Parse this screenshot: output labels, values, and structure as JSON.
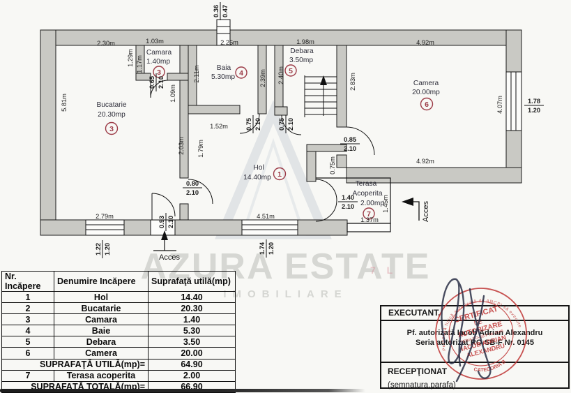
{
  "colors": {
    "wall": "#c9c9c4",
    "accent_red": "#9c3b47",
    "stamp_red": "#c13a3a",
    "ink": "#232840"
  },
  "plan": {
    "rooms": {
      "bucatarie": {
        "name": "Bucatarie",
        "area": "20.30mp",
        "num": "3"
      },
      "camara": {
        "name": "Camara",
        "area": "1.40mp",
        "num": "3"
      },
      "baia": {
        "name": "Baia",
        "area": "5.30mp",
        "num": "4"
      },
      "debara": {
        "name": "Debara",
        "area": "3.50mp",
        "num": "5"
      },
      "camera": {
        "name": "Camera",
        "area": "20.00mp",
        "num": "6"
      },
      "hol": {
        "name": "Hol",
        "area": "14.40mp",
        "num": "1"
      },
      "terasa": {
        "name": "Terasa",
        "name2": "Acoperita",
        "area": "2.00mp",
        "num": "7"
      }
    },
    "dims": {
      "w_buc_top": "2.30m",
      "w_camara": "1.03m",
      "w_baia": "2.26m",
      "w_debara": "1.98m",
      "w_camera_top": "4.92m",
      "w_camera_bot": "4.92m",
      "w_hall": "1.52m",
      "w_buc_bot": "2.79m",
      "w_hol_bot": "4.51m",
      "w_terasa_bot": "1.37m",
      "h_129": "1.29m",
      "h_117": "1.17m",
      "h_109": "1.09m",
      "h_581": "5.81m",
      "h_211": "2.11m",
      "h_239": "2.39m",
      "h_240": "2.40m",
      "h_283": "2.83m",
      "h_407": "4.07m",
      "h_203": "2.03m",
      "h_179": "1.79m",
      "h_075": "0.75m",
      "h_145": "1.45m"
    },
    "fractions": {
      "chimney": {
        "n": "0.36",
        "d": "0.47"
      },
      "door_camara": {
        "n": "0.65",
        "d": "2.10"
      },
      "door_baia": {
        "n": "0.75",
        "d": "2.10"
      },
      "door_stair": {
        "n": "0.75",
        "d": "2.10"
      },
      "door_buc": {
        "n": "0.80",
        "d": "2.10"
      },
      "door_camera": {
        "n": "0.85",
        "d": "2.10"
      },
      "door_acces": {
        "n": "0.93",
        "d": "2.10"
      },
      "win_left": {
        "n": "1.22",
        "d": "1.20"
      },
      "win_hol": {
        "n": "1.74",
        "d": "1.20"
      },
      "door_terasa": {
        "n": "1.40",
        "d": "2.10"
      },
      "win_camera": {
        "n": "1.78",
        "d": "1.20"
      }
    },
    "acces_bottom": "Acces",
    "acces_right": "Acces"
  },
  "table": {
    "headers": [
      "Nr. Incăpere",
      "Denumire Incăpere",
      "Suprafaţă utilă(mp)"
    ],
    "rows": [
      [
        "1",
        "Hol",
        "14.40"
      ],
      [
        "2",
        "Bucatarie",
        "20.30"
      ],
      [
        "3",
        "Camara",
        "1.40"
      ],
      [
        "4",
        "Baie",
        "5.30"
      ],
      [
        "5",
        "Debara",
        "3.50"
      ],
      [
        "6",
        "Camera",
        "20.00"
      ]
    ],
    "subtotal_label": "SUPRAFAŢĂ UTILĂ(mp)=",
    "subtotal_value": "64.90",
    "extra_row": [
      "7",
      "Terasa acoperita",
      "2.00"
    ],
    "total_label": "SUPRAFAŢĂ TOTALĂ(mp)=",
    "total_value": "66.90"
  },
  "executant_box": {
    "title": "EXECUTANT,",
    "line1": "Pf. autorizată  Iacob Adrian Alexandru",
    "line2": "Seria autorizat RO-SB-F Nr. 0145",
    "receptionat": "RECEPŢIONAT",
    "note": "(semnatura,parafa)"
  },
  "stamp": {
    "rim": "Persoană fizică autorizată de ANCPI să execute lucrări de cadastru",
    "l1": "CERTIFICAT",
    "l2": "DE",
    "l3": "AUTORIZARE",
    "l4": "SERIA RO-SB-F Nr. 0145",
    "l5": "IACOB ADRIAN",
    "l6": "ALEXANDRU",
    "l7": "CATEGORIA B"
  },
  "watermark": {
    "brand": "AZURA ESTATE",
    "sub": "IMOBILIARE"
  },
  "scan_mark": "7 L"
}
